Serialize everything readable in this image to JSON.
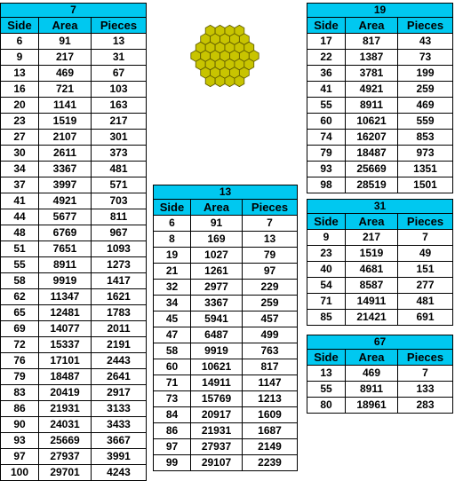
{
  "colors": {
    "header_bg": "#00c8f0",
    "hex_fill": "#c8c400",
    "hex_stroke": "#5a5600"
  },
  "figure": {
    "icon": "hexagon-of-hexagons-icon",
    "rings": 3
  },
  "tables": [
    {
      "title": "7",
      "columns": [
        "Side",
        "Area",
        "Pieces"
      ],
      "rows": [
        [
          "6",
          "91",
          "13"
        ],
        [
          "9",
          "217",
          "31"
        ],
        [
          "13",
          "469",
          "67"
        ],
        [
          "16",
          "721",
          "103"
        ],
        [
          "20",
          "1141",
          "163"
        ],
        [
          "23",
          "1519",
          "217"
        ],
        [
          "27",
          "2107",
          "301"
        ],
        [
          "30",
          "2611",
          "373"
        ],
        [
          "34",
          "3367",
          "481"
        ],
        [
          "37",
          "3997",
          "571"
        ],
        [
          "41",
          "4921",
          "703"
        ],
        [
          "44",
          "5677",
          "811"
        ],
        [
          "48",
          "6769",
          "967"
        ],
        [
          "51",
          "7651",
          "1093"
        ],
        [
          "55",
          "8911",
          "1273"
        ],
        [
          "58",
          "9919",
          "1417"
        ],
        [
          "62",
          "11347",
          "1621"
        ],
        [
          "65",
          "12481",
          "1783"
        ],
        [
          "69",
          "14077",
          "2011"
        ],
        [
          "72",
          "15337",
          "2191"
        ],
        [
          "76",
          "17101",
          "2443"
        ],
        [
          "79",
          "18487",
          "2641"
        ],
        [
          "83",
          "20419",
          "2917"
        ],
        [
          "86",
          "21931",
          "3133"
        ],
        [
          "90",
          "24031",
          "3433"
        ],
        [
          "93",
          "25669",
          "3667"
        ],
        [
          "97",
          "27937",
          "3991"
        ],
        [
          "100",
          "29701",
          "4243"
        ]
      ]
    },
    {
      "title": "13",
      "columns": [
        "Side",
        "Area",
        "Pieces"
      ],
      "rows": [
        [
          "6",
          "91",
          "7"
        ],
        [
          "8",
          "169",
          "13"
        ],
        [
          "19",
          "1027",
          "79"
        ],
        [
          "21",
          "1261",
          "97"
        ],
        [
          "32",
          "2977",
          "229"
        ],
        [
          "34",
          "3367",
          "259"
        ],
        [
          "45",
          "5941",
          "457"
        ],
        [
          "47",
          "6487",
          "499"
        ],
        [
          "58",
          "9919",
          "763"
        ],
        [
          "60",
          "10621",
          "817"
        ],
        [
          "71",
          "14911",
          "1147"
        ],
        [
          "73",
          "15769",
          "1213"
        ],
        [
          "84",
          "20917",
          "1609"
        ],
        [
          "86",
          "21931",
          "1687"
        ],
        [
          "97",
          "27937",
          "2149"
        ],
        [
          "99",
          "29107",
          "2239"
        ]
      ]
    },
    {
      "title": "19",
      "columns": [
        "Side",
        "Area",
        "Pieces"
      ],
      "rows": [
        [
          "17",
          "817",
          "43"
        ],
        [
          "22",
          "1387",
          "73"
        ],
        [
          "36",
          "3781",
          "199"
        ],
        [
          "41",
          "4921",
          "259"
        ],
        [
          "55",
          "8911",
          "469"
        ],
        [
          "60",
          "10621",
          "559"
        ],
        [
          "74",
          "16207",
          "853"
        ],
        [
          "79",
          "18487",
          "973"
        ],
        [
          "93",
          "25669",
          "1351"
        ],
        [
          "98",
          "28519",
          "1501"
        ]
      ]
    },
    {
      "title": "31",
      "columns": [
        "Side",
        "Area",
        "Pieces"
      ],
      "rows": [
        [
          "9",
          "217",
          "7"
        ],
        [
          "23",
          "1519",
          "49"
        ],
        [
          "40",
          "4681",
          "151"
        ],
        [
          "54",
          "8587",
          "277"
        ],
        [
          "71",
          "14911",
          "481"
        ],
        [
          "85",
          "21421",
          "691"
        ]
      ]
    },
    {
      "title": "67",
      "columns": [
        "Side",
        "Area",
        "Pieces"
      ],
      "rows": [
        [
          "13",
          "469",
          "7"
        ],
        [
          "55",
          "8911",
          "133"
        ],
        [
          "80",
          "18961",
          "283"
        ]
      ]
    }
  ]
}
